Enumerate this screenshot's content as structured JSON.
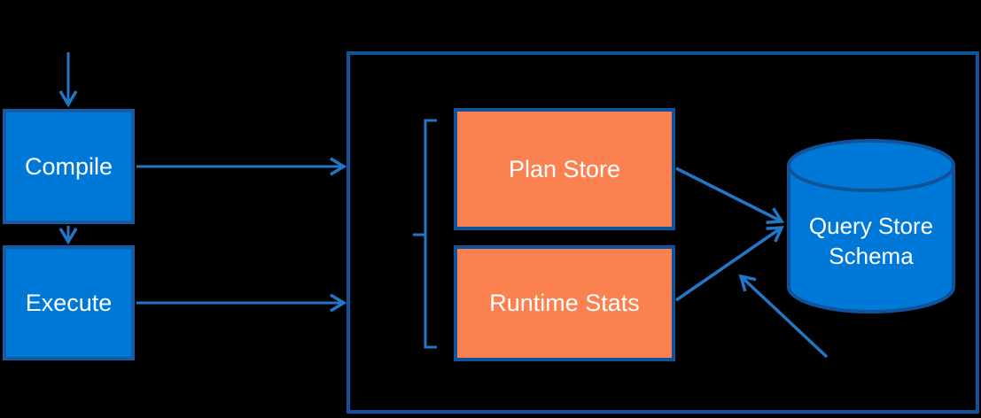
{
  "diagram": {
    "nodes": {
      "compile": {
        "label": "Compile",
        "type": "process"
      },
      "execute": {
        "label": "Execute",
        "type": "process"
      },
      "plan_store": {
        "label": "Plan Store",
        "type": "store"
      },
      "runtime_stats": {
        "label": "Runtime Stats",
        "type": "store"
      },
      "query_store_schema": {
        "label": "Query Store Schema",
        "type": "database-cylinder"
      }
    },
    "edges": [
      {
        "from": "top",
        "to": "compile",
        "style": "arrow"
      },
      {
        "from": "compile",
        "to": "execute",
        "style": "arrow"
      },
      {
        "from": "compile",
        "to": "query-store-container",
        "style": "arrow"
      },
      {
        "from": "execute",
        "to": "query-store-container",
        "style": "arrow"
      },
      {
        "from": "plan_store",
        "to": "query_store_schema",
        "style": "arrow"
      },
      {
        "from": "runtime_stats",
        "to": "query_store_schema",
        "style": "arrow"
      },
      {
        "from": "bottom-right",
        "to": "query_store_schema",
        "style": "arrow"
      }
    ],
    "annotations": {
      "brace": "left curly brace grouping Plan Store and Runtime Stats"
    },
    "colors": {
      "background": "#000000",
      "process_fill": "#0078D7",
      "process_border": "#155CA5",
      "store_fill": "#FC8150",
      "dark_border": "#11539B",
      "arrow": "#2375C6",
      "text": "#FFFFFF"
    }
  }
}
